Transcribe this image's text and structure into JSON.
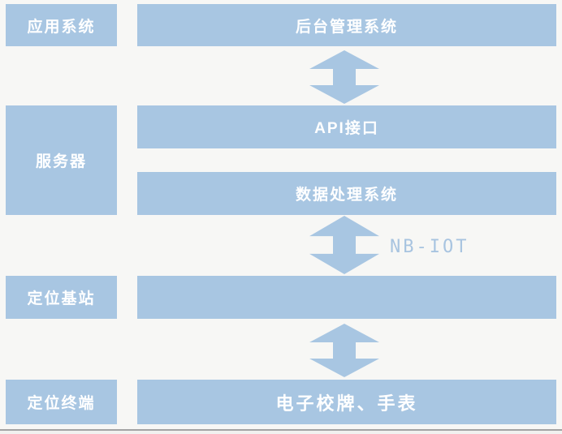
{
  "colors": {
    "background": "#f7f7f5",
    "box_fill": "#a8c6e2",
    "box_text": "#ffffff",
    "annotation_text": "#a8c4e0",
    "bottom_rule": "#a3a3a3"
  },
  "diagram": {
    "left_column": [
      {
        "label": "应用系统"
      },
      {
        "label": "服务器"
      },
      {
        "label": "定位基站"
      },
      {
        "label": "定位终端"
      }
    ],
    "right_column": [
      {
        "label": "后台管理系统"
      },
      {
        "label": "API接口"
      },
      {
        "label": "数据处理系统"
      },
      {
        "label": ""
      },
      {
        "label": "电子校牌、手表"
      }
    ],
    "annotation": "NB-IOT",
    "arrow_count": 3
  }
}
